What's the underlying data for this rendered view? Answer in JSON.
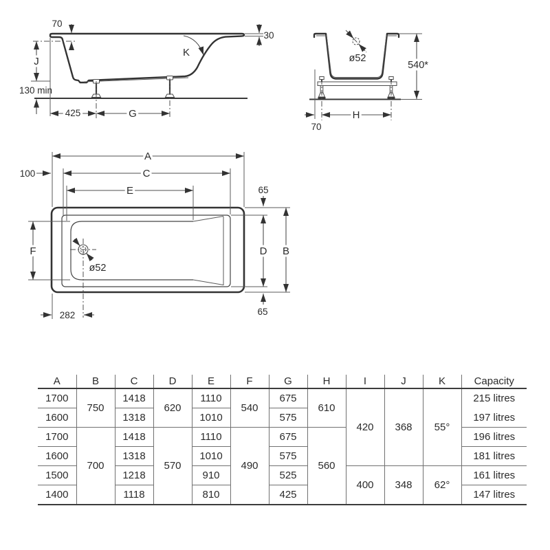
{
  "page": {
    "background": "#ffffff",
    "line_color": "#3c3c3c",
    "text_color": "#2b2b2b"
  },
  "side_view": {
    "labels": {
      "rim_offset": "70",
      "rim_thickness": "30",
      "depth": "J",
      "backrest_angle": "K",
      "floor_clearance": "130 min",
      "foot_offset": "425",
      "foot_spacing": "G"
    }
  },
  "end_view": {
    "labels": {
      "drain_diameter": "ø52",
      "overall_height": "540*",
      "foot_spacing": "H",
      "foot_offset": "70"
    }
  },
  "plan_view": {
    "labels": {
      "overall_length": "A",
      "length_c": "C",
      "length_e": "E",
      "end_offset": "100",
      "side_gap_top": "65",
      "side_gap_bottom": "65",
      "inner_width_d": "D",
      "overall_width_b": "B",
      "inner_width_f": "F",
      "drain_diameter": "ø52",
      "drain_offset": "282"
    }
  },
  "table": {
    "headers": [
      "A",
      "B",
      "C",
      "D",
      "E",
      "F",
      "G",
      "H",
      "I",
      "J",
      "K",
      "Capacity"
    ],
    "rows": [
      {
        "A": "1700",
        "C": "1418",
        "E": "1110",
        "G": "675",
        "capacity": "215 litres"
      },
      {
        "A": "1600",
        "C": "1318",
        "E": "1010",
        "G": "575",
        "capacity": "197 litres"
      },
      {
        "A": "1700",
        "C": "1418",
        "E": "1110",
        "G": "675",
        "capacity": "196 litres"
      },
      {
        "A": "1600",
        "C": "1318",
        "E": "1010",
        "G": "575",
        "capacity": "181 litres"
      },
      {
        "A": "1500",
        "C": "1218",
        "E": "910",
        "G": "525",
        "capacity": "161 litres"
      },
      {
        "A": "1400",
        "C": "1118",
        "E": "810",
        "G": "425",
        "capacity": "147 litres"
      }
    ],
    "merged": {
      "B_top": "750",
      "B_bottom": "700",
      "D_top": "620",
      "D_bottom": "570",
      "F_top": "540",
      "F_bottom": "490",
      "H_top": "610",
      "H_bottom": "560",
      "I_top": "420",
      "I_bottom": "400",
      "J_top": "368",
      "J_bottom": "348",
      "K_top": "55°",
      "K_bottom": "62°"
    }
  }
}
